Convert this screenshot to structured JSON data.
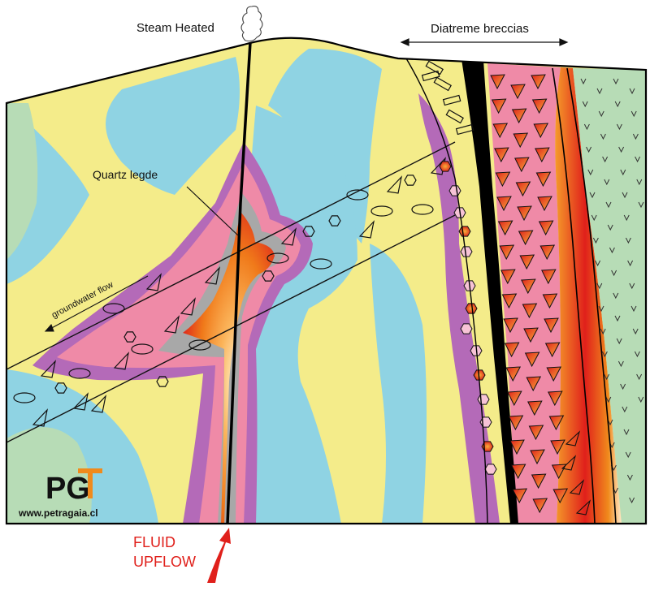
{
  "labels": {
    "steam_heated": "Steam Heated",
    "diatreme_breccias": "Diatreme breccias",
    "quartz_ledge": "Quartz legde",
    "groundwater_flow": "groundwater flow",
    "fluid": "FLUID",
    "upflow": "UPFLOW",
    "logo_text": "PG",
    "website": "www.petragaia.cl"
  },
  "colors": {
    "yellow": "#f4ec8a",
    "blue": "#8fd3e3",
    "green": "#b7dcb6",
    "purple": "#b46ab8",
    "pink": "#ef8aa7",
    "grey": "#a8a8a8",
    "orange": "#f08a1c",
    "red": "#e0201b",
    "black": "#000000"
  }
}
